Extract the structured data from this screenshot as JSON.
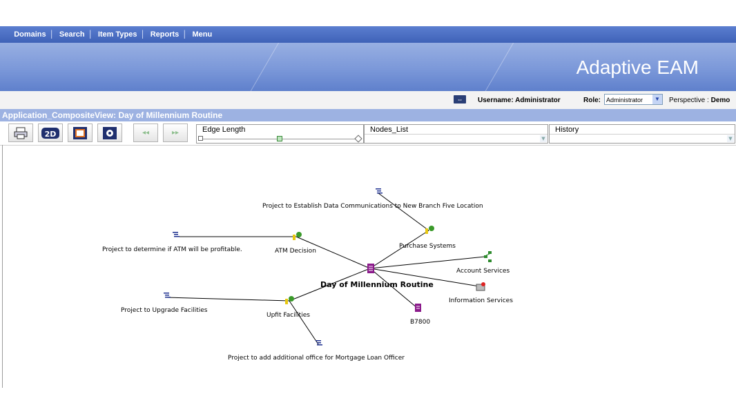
{
  "nav": {
    "items": [
      "Domains",
      "Search",
      "Item Types",
      "Reports",
      "Menu"
    ]
  },
  "brand": {
    "title": "Adaptive EAM"
  },
  "userbar": {
    "username_label": "Username: Administrator",
    "role_label": "Role:",
    "role_value": "Administrator",
    "perspective_label": "Perspective :",
    "perspective_value": "Demo"
  },
  "view": {
    "title": "Application_CompositeView: Day of Millennium Routine"
  },
  "toolbar": {
    "edge_length_label": "Edge Length",
    "nodes_list_label": "Nodes_List",
    "history_label": "History"
  },
  "graph": {
    "center": "Day of Millennium Routine",
    "nodes": {
      "proj_branch": "Project to Establish Data Communications to New Branch Five Location",
      "proj_atm": "Project to determine if ATM will be profitable.",
      "atm": "ATM Decision",
      "purchase": "Purchase Systems",
      "account": "Account Services",
      "info": "Information Services",
      "proj_upgrade": "Project to Upgrade Facilities",
      "upfit": "Upfit Facilities",
      "b7800": "B7800",
      "proj_mortgage": "Project to add additional office for Mortgage Loan Officer"
    }
  },
  "colors": {
    "nav": "#4a6cc3",
    "banner": "#7f9bdc",
    "title_bar": "#9db2e2",
    "node_app": "#8b1a8b",
    "node_project": "#1c2f8f",
    "node_decision_green": "#3a9a2a",
    "node_decision_yellow": "#e8c810"
  }
}
